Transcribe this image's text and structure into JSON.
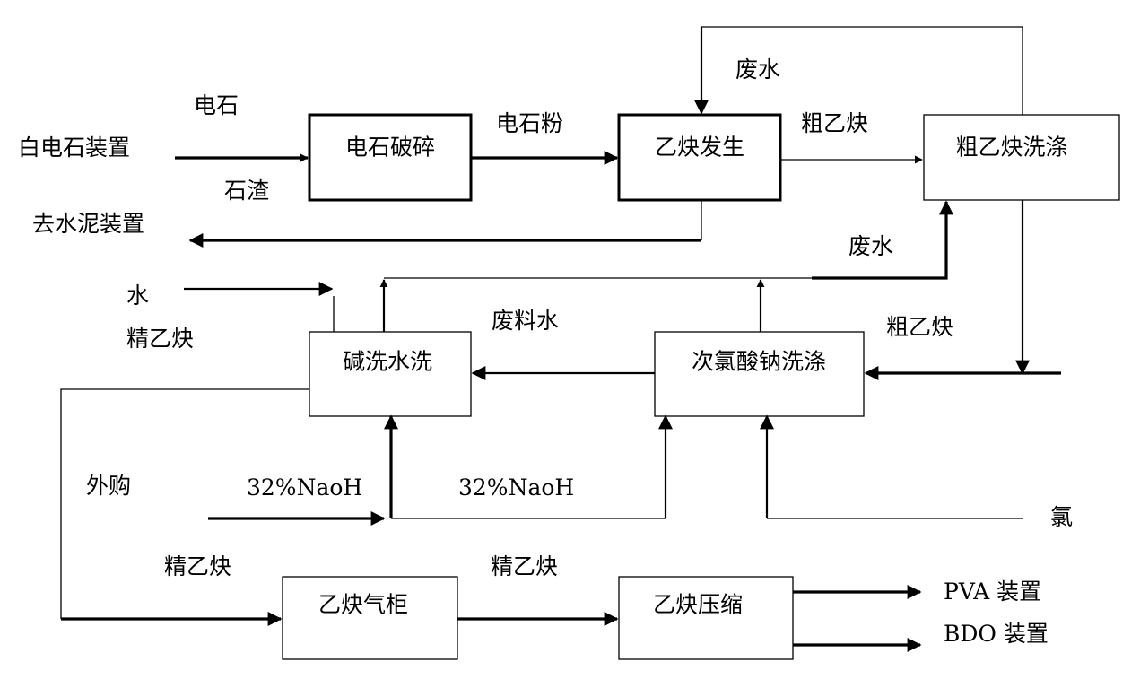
{
  "boxes": {
    "crusher": "电石破碎",
    "generator": "乙炔发生",
    "crude_wash": "粗乙炔洗涤",
    "alkali_wash": "碱洗水洗",
    "hypochlorite_wash": "次氯酸钠洗涤",
    "gas_holder": "乙炔气柜",
    "compressor": "乙炔压缩"
  },
  "labels": {
    "white_carbide_unit": "白电石装置",
    "carbide": "电石",
    "slag": "石渣",
    "carbide_powder": "电石粉",
    "waste_water_top": "废水",
    "crude_acetylene_top": "粗乙炔",
    "to_cement_unit": "去水泥装置",
    "waste_water_mid": "废水",
    "water": "水",
    "pure_acetylene_left": "精乙炔",
    "waste_material_water": "废料水",
    "crude_acetylene_right": "粗乙炔",
    "purchased": "外购",
    "naoh_1": "32%NaoH",
    "naoh_2": "32%NaoH",
    "chlorine": "氯",
    "pure_acetylene_bottom_left": "精乙炔",
    "pure_acetylene_bottom_mid": "精乙炔",
    "pva_unit": "PVA 装置",
    "bdo_unit": "BDO 装置"
  }
}
